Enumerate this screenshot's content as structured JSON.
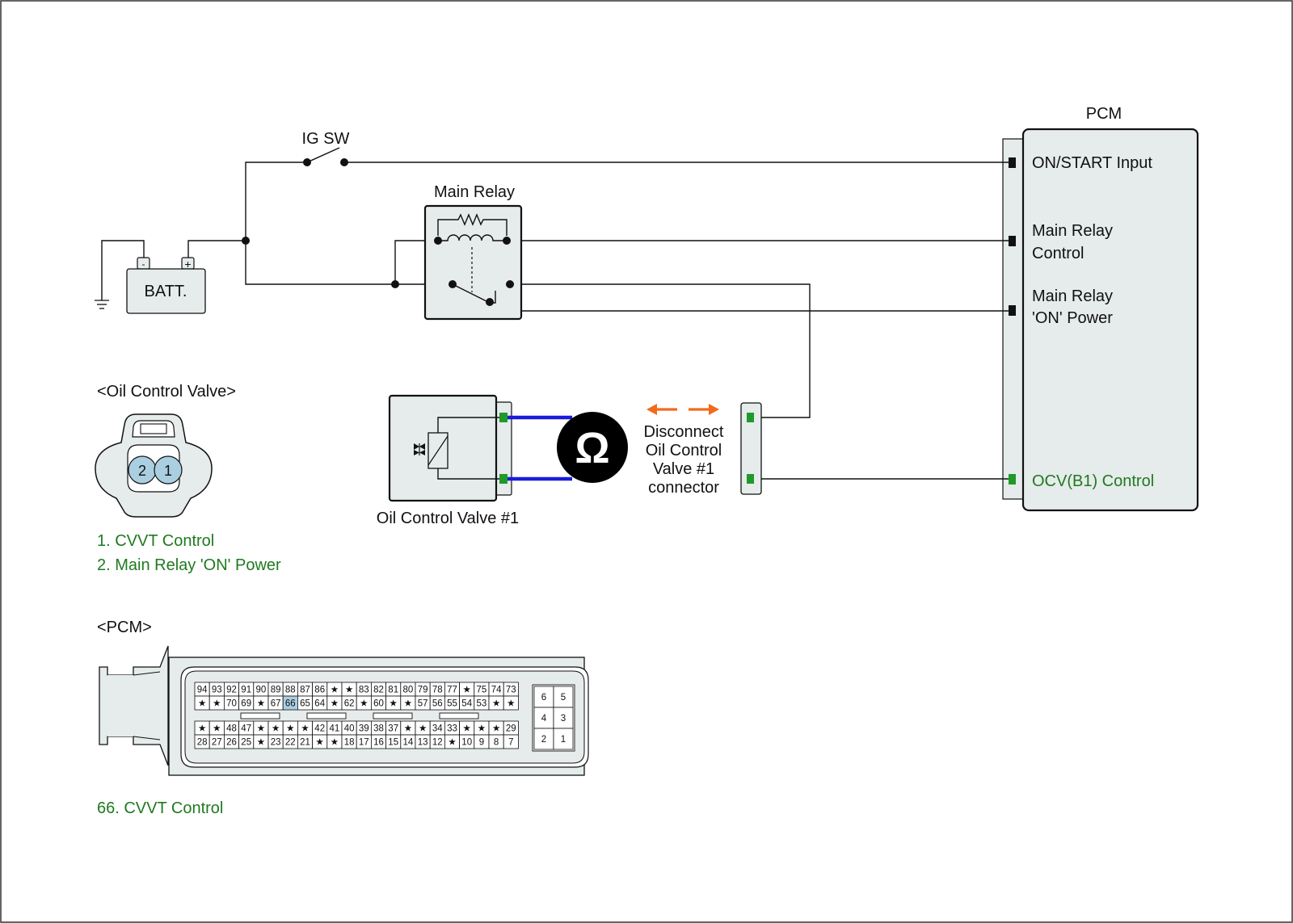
{
  "components": {
    "ig_sw": "IG SW",
    "main_relay": "Main Relay",
    "battery": "BATT.",
    "battery_neg": "-",
    "battery_pos": "+",
    "pcm": "PCM",
    "ocv1": "Oil Control Valve #1",
    "ohmmeter": "Ω"
  },
  "pcm_pins": {
    "on_start": "ON/START Input",
    "relay_control": [
      "Main Relay",
      "Control"
    ],
    "relay_on_power": [
      "Main Relay",
      "'ON' Power"
    ],
    "ocv_control": "OCV(B1) Control"
  },
  "disconnect_note": [
    "Disconnect",
    "Oil Control",
    "Valve #1",
    "connector"
  ],
  "ocv_connector": {
    "title": "<Oil Control Valve>",
    "pins": [
      "2",
      "1"
    ],
    "legend": [
      "1. CVVT Control",
      "2. Main Relay 'ON' Power"
    ]
  },
  "pcm_connector": {
    "title": "<PCM>",
    "rows": [
      [
        "94",
        "93",
        "92",
        "91",
        "90",
        "89",
        "88",
        "87",
        "86",
        "★",
        "★",
        "83",
        "82",
        "81",
        "80",
        "79",
        "78",
        "77",
        "★",
        "75",
        "74",
        "73"
      ],
      [
        "★",
        "★",
        "70",
        "69",
        "★",
        "67",
        "66",
        "65",
        "64",
        "★",
        "62",
        "★",
        "60",
        "★",
        "★",
        "57",
        "56",
        "55",
        "54",
        "53",
        "★",
        "★"
      ],
      [
        "★",
        "★",
        "48",
        "47",
        "★",
        "★",
        "★",
        "★",
        "42",
        "41",
        "40",
        "39",
        "38",
        "37",
        "★",
        "★",
        "34",
        "33",
        "★",
        "★",
        "★",
        "29"
      ],
      [
        "28",
        "27",
        "26",
        "25",
        "★",
        "23",
        "22",
        "21",
        "★",
        "★",
        "18",
        "17",
        "16",
        "15",
        "14",
        "13",
        "12",
        "★",
        "10",
        "9",
        "8",
        "7"
      ]
    ],
    "side_pins": [
      [
        "6",
        "5"
      ],
      [
        "4",
        "3"
      ],
      [
        "2",
        "1"
      ]
    ],
    "highlight": "66",
    "highlight_color": "#a9cfe0",
    "legend": "66. CVVT Control"
  },
  "colors": {
    "accent_green": "#1f7a1f",
    "probe_blue": "#1a1adb",
    "arrow_orange": "#f26a1b",
    "fill_gray": "#e6ebeb"
  }
}
